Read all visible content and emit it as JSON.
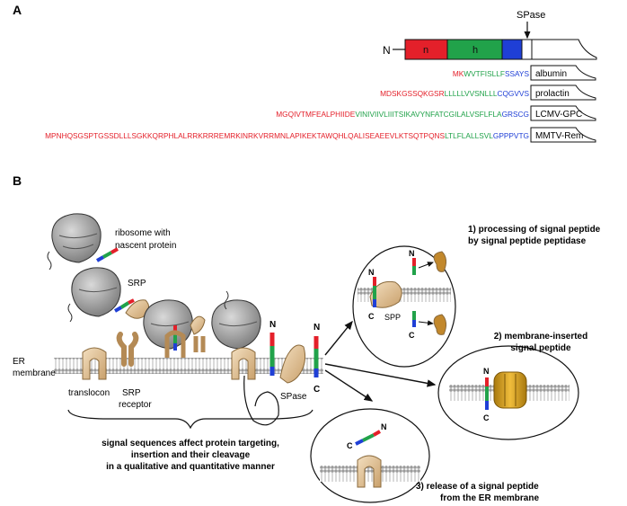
{
  "panel_a": {
    "panel_label": "A",
    "spase_label": "SPase",
    "n_terminus": "N",
    "region_n": "n",
    "region_h": "h",
    "colors": {
      "n_region": "#e4202a",
      "h_region": "#21a24a",
      "c_region": "#1f3fd6",
      "spacer": "#ffffff"
    },
    "sequences": [
      {
        "name": "albumin",
        "n": "MK",
        "h": "WVTFISLLF",
        "c": "SSAYS"
      },
      {
        "name": "prolactin",
        "n": "MDSKGSSQKGSR",
        "h": "LLLLLVVSNLLL",
        "c": "CQGVVS"
      },
      {
        "name": "LCMV-GPC",
        "n": "MGQIVTMFEALPHIIDE",
        "h": "VINIVIIVLIIITSIKAVYNFATCGILALVSFLFLA",
        "c": "GRSCG"
      },
      {
        "name": "MMTV-Rem",
        "n": "MPNHQSGSPTGSSDLLLSGKKQRPHLALRRKRRREMRKINRKVRRMNLAPIKEKTAWQHLQALISEAEEVLKTSQTPQNS",
        "h": "LTLFLALLSVL",
        "c": "GPPPVTG"
      }
    ]
  },
  "panel_b": {
    "panel_label": "B",
    "ribosome_label": "ribosome with nascent protein",
    "ribosome_label_line1": "ribosome with",
    "ribosome_label_line2": "nascent protein",
    "srp_label": "SRP",
    "er_line1": "ER",
    "er_line2": "membrane",
    "translocon_label": "translocon",
    "srp_receptor_line1": "SRP",
    "srp_receptor_line2": "receptor",
    "spase_label": "SPase",
    "n_label": "N",
    "c_label": "C",
    "spp_label": "SPP",
    "summary_line1": "signal sequences affect protein targeting,",
    "summary_line2": "insertion and their cleavage",
    "summary_line3": "in a qualitative and quantitative manner",
    "outcome1_line1": "1) processing of signal peptide",
    "outcome1_line2": "by signal peptide peptidase",
    "outcome2_line1": "2) membrane-inserted",
    "outcome2_line2": "signal peptide",
    "outcome3_line1": "3) release of a signal peptide",
    "outcome3_line2": "from the ER membrane"
  }
}
